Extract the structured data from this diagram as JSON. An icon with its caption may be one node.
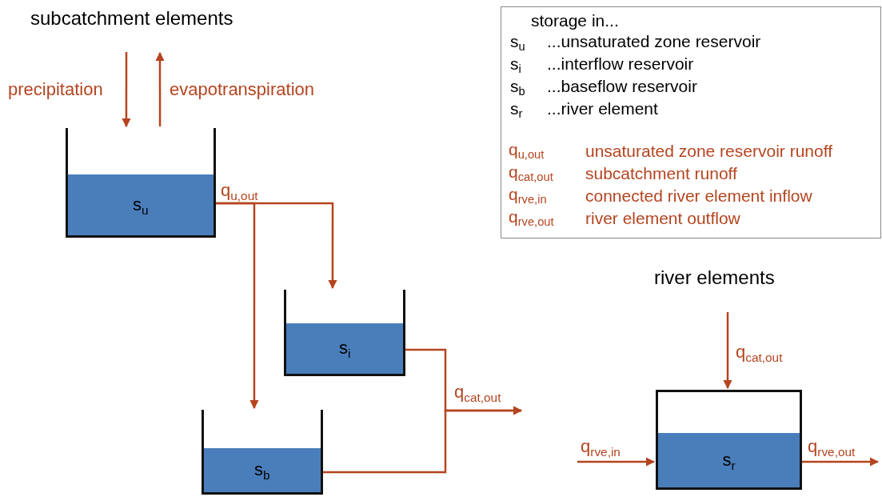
{
  "diagram": {
    "nodes": [
      {
        "text": [
          "s$_{u}$"
        ]
      },
      {
        "text": [
          "s$_{i}$"
        ]
      },
      {
        "text": [
          "s$_{b}$"
        ]
      },
      {
        "text": [
          "s$_{r}$"
        ]
      }
    ],
    "edges": [
      {
        "from": null,
        "to": 0,
        "arrow": "to",
        "label": "precipitation"
      },
      {
        "from": 0,
        "to": null,
        "arrow": "to",
        "label": "evapotranspiration"
      },
      {
        "from": 0,
        "to": 1,
        "arrow": "to",
        "label": "q$_{u,out}$"
      },
      {
        "from": 0,
        "to": 2,
        "arrow": "to"
      },
      {
        "from": 1,
        "to": null,
        "arrow": "to",
        "label": "q$_{cat,out}$"
      },
      {
        "from": 2,
        "to": null,
        "arrow": "to"
      },
      {
        "from": null,
        "to": 3,
        "arrow": "to",
        "label": "q$_{cat,out}$"
      },
      {
        "from": null,
        "to": 3,
        "arrow": "to",
        "label": "q$_{rve,in}$"
      },
      {
        "from": 3,
        "to": null,
        "arrow": "to",
        "label": "q$_{rve,out}$"
      }
    ],
    "labels": [
      "subcatchment elements",
      "storage in...",
      "s$_{u}$",
      "...unsaturated zone reservoir",
      "s$_{i}$",
      "...interflow reservoir",
      "s$_{b}$",
      "...baseflow reservoir",
      "s$_{r}$",
      "...river element",
      "q$_{u,out}$",
      "unsaturated zone reservoir runoff",
      "q$_{cat,out}$",
      "subcatchment runoff",
      "q$_{rve,in}$",
      "connected river element inflow",
      "q$_{rve,out}$",
      "river element outflow",
      "river elements"
    ]
  }
}
